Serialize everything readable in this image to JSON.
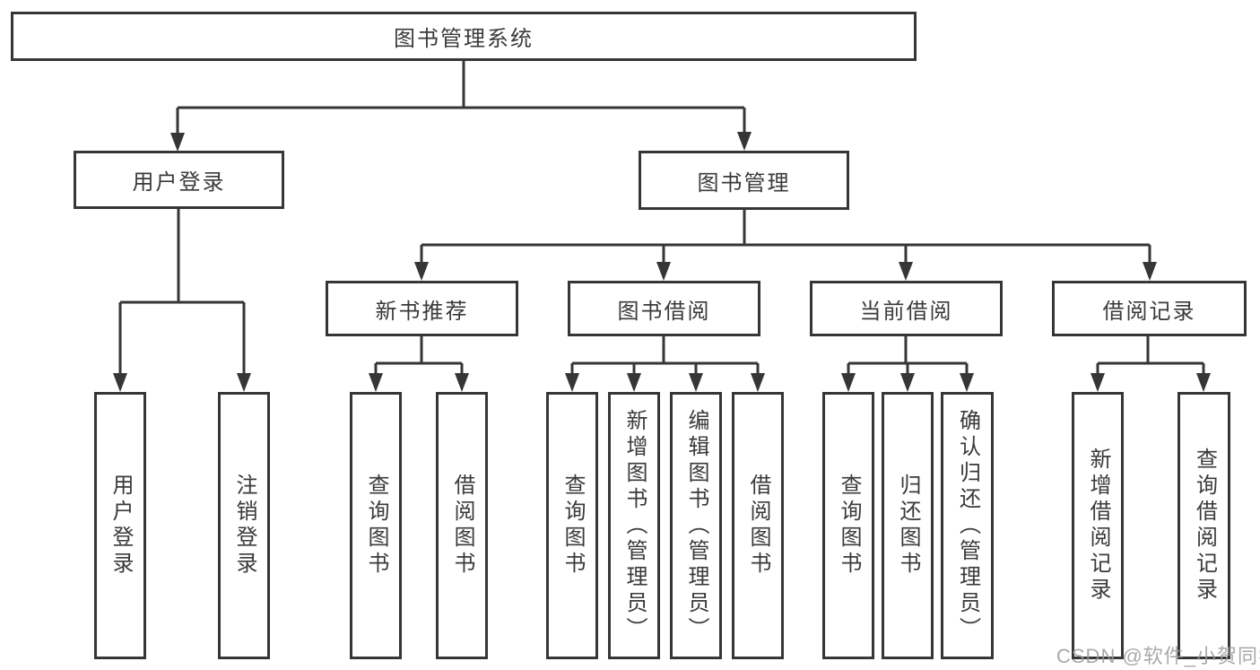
{
  "colors": {
    "line": "#363636",
    "node_border": "#363636",
    "node_bg": "#ffffff",
    "text": "#3a3a3a",
    "background": "#ffffff",
    "watermark": "#9a9a9a"
  },
  "watermark": {
    "text": "CSDN @软件_小贺同学"
  },
  "tree": {
    "label": "图书管理系统",
    "children": [
      {
        "label": "用户登录",
        "children": [
          {
            "label": "用户登录"
          },
          {
            "label": "注销登录"
          }
        ]
      },
      {
        "label": "图书管理",
        "children": [
          {
            "label": "新书推荐",
            "children": [
              {
                "label": "查询图书"
              },
              {
                "label": "借阅图书"
              }
            ]
          },
          {
            "label": "图书借阅",
            "children": [
              {
                "label": "查询图书"
              },
              {
                "label": "新增图书（管理员）"
              },
              {
                "label": "编辑图书（管理员）"
              },
              {
                "label": "借阅图书"
              }
            ]
          },
          {
            "label": "当前借阅",
            "children": [
              {
                "label": "查询图书"
              },
              {
                "label": "归还图书"
              },
              {
                "label": "确认归还（管理员）"
              }
            ]
          },
          {
            "label": "借阅记录",
            "children": [
              {
                "label": "新增借阅记录"
              },
              {
                "label": "查询借阅记录"
              }
            ]
          }
        ]
      }
    ]
  }
}
